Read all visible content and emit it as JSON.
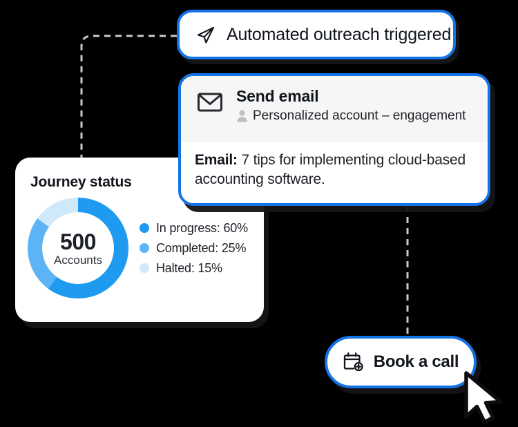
{
  "theme": {
    "accent_blue": "#1473E6",
    "card_white": "#FFFFFF",
    "panel_header_gray": "#F6F6F6",
    "shadow_black": "#141416",
    "background": "#000000"
  },
  "outreach_pill": {
    "icon": "send-paper-plane-icon",
    "label": "Automated outreach triggered"
  },
  "email_panel": {
    "icon": "envelope-icon",
    "title": "Send email",
    "audience_icon": "person-icon",
    "audience": "Personalized account – engagement",
    "body_prefix": "Email:",
    "body_text": "7 tips for implementing cloud-based accounting software."
  },
  "journey_card": {
    "title": "Journey status",
    "center_value": "500",
    "center_unit": "Accounts"
  },
  "book_call": {
    "icon": "calendar-add-icon",
    "label": "Book a call"
  },
  "cursor": {
    "icon": "mouse-pointer-arrow-icon"
  },
  "chart_data": {
    "type": "pie",
    "variant": "donut",
    "title": "Journey status",
    "center_label": "500",
    "center_sublabel": "Accounts",
    "total_accounts": 500,
    "unit": "%",
    "start_angle_deg": 0,
    "direction": "clockwise",
    "legend_position": "right",
    "categories": [
      "In progress",
      "Completed",
      "Halted"
    ],
    "values": [
      60,
      25,
      15
    ],
    "colors": [
      "#1E9AF0",
      "#5CB3F5",
      "#CFE8FA"
    ],
    "slices": [
      {
        "label": "In progress",
        "value": 60,
        "legend": "In progress: 60%",
        "color": "#1E9AF0",
        "accounts": 300
      },
      {
        "label": "Completed",
        "value": 25,
        "legend": "Completed: 25%",
        "color": "#5CB3F5",
        "accounts": 125
      },
      {
        "label": "Halted",
        "value": 15,
        "legend": "Halted: 15%",
        "color": "#CFE8FA",
        "accounts": 75
      }
    ]
  }
}
